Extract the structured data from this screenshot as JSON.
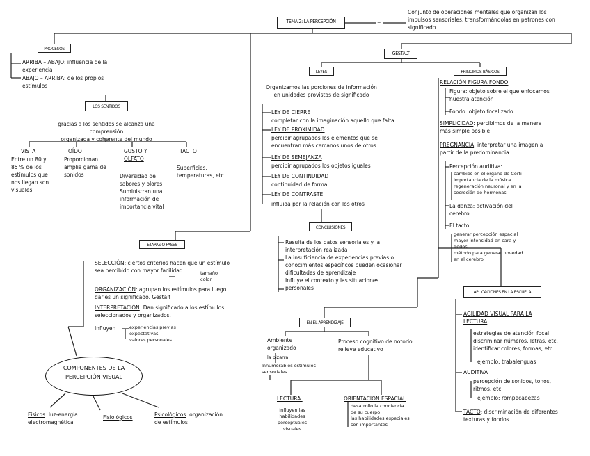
{
  "title": "TEMA 2: LA PERCEPCIÓN",
  "definition": "Conjunto de operaciones mentales que organizan los\nimpulsos sensoriales, transformándolas en patrones con\nsignificado",
  "procesos": {
    "label": "PROCESOS",
    "arriba_key": "ARRIBA – ABAJO",
    "arriba_text": ": influencia de la\nexperiencia",
    "abajo_key": "ABAJO – ARRIBA",
    "abajo_text": ": de los propios\nestímulos"
  },
  "sentidos": {
    "label": "LOS SENTIDOS",
    "intro": "gracias a los sentidos se alcanza una comprensión\norganizada y coherente del mundo",
    "vista": {
      "title": "VISTA",
      "text": "Entre un 80 y\n85 % de los\nestímulos que\nnos llegan son\nvisuales"
    },
    "oido": {
      "title": "OÍDO",
      "text": "Proporcionan\namplia gama de\nsonidos"
    },
    "gusto": {
      "title": "GUSTO Y\nOLFATO",
      "text": "Diversidad de\nsabores y olores\nSuministran una\ninformación de\nimportancia vital"
    },
    "tacto": {
      "title": "TACTO",
      "text": "Superficies,\ntemperaturas, etc."
    }
  },
  "etapas": {
    "label": "ETAPAS O FASES",
    "seleccion_key": "SELECCIÓN",
    "seleccion_text": ": ciertos criterios hacen que un estímulo\nsea percibido con mayor facilidad",
    "tamano": "tamaño\ncolor",
    "organizacion_key": "ORGANIZACIÓN",
    "organizacion_text": ": agrupan los estímulos para luego\ndarles un significado. Gestalt",
    "interpretacion_key": "INTERPRETACIÓN",
    "interpretacion_text": ": Dan significado a los estímulos\nseleccionados y organizados.",
    "influyen": "Influyen",
    "influyen_items": "experiencias previas\nexpectativas\nvalores personales"
  },
  "componentes": {
    "label": "COMPONENTES DE LA\nPERCEPCIÓN VISUAL",
    "fisicos_key": "Físicos",
    "fisicos_text": ": luz-energía\nelectromagnética",
    "fisiologicos": "Fisiológicos",
    "psicologicos_key": "Psicológicos",
    "psicologicos_text": ": organización\nde estímulos"
  },
  "gestalt": {
    "label": "GESTALT",
    "leyes": {
      "label": "LEYES",
      "intro": "Organizamos las porciones de información\nen unidades provistas de significado",
      "cierre_key": "LEY DE CIERRE",
      "cierre_text": "completar con la imaginación aquello que falta",
      "proximidad_key": "LEY DE PROXIMIDAD",
      "proximidad_text": "percibir agrupados los elementos que se\nencuentran más cercanos unos de otros",
      "semejanza_key": "LEY DE SEMEJANZA",
      "semejanza_text": "percibir agrupados los objetos iguales",
      "continuidad_key": "LEY DE CONTINUIDAD",
      "continuidad_text": "continuidad de forma",
      "contraste_key": "LEY DE CONTRASTE",
      "contraste_text": "influida por la relación con los otros"
    },
    "principios": {
      "label": "PRINCIPIOS BÁSICOS",
      "relacion_key": "RELACIÓN FIGURA FONDO",
      "figura": "Figura: objeto sobre el que enfocamos\nnuestra atención",
      "fondo": "Fondo: objeto focalizado",
      "simplicidad_key": "SIMPLICIDAD",
      "simplicidad_text": ": percibimos de la manera\nmás simple posible",
      "pregnancia_key": "PREGNANCIA",
      "pregnancia_text": ": interpretar una imagen a\npartir de la predominancia",
      "auditiva": "Percepción auditiva:",
      "auditiva_items": "cambios en el órgano de Corti\nimportancia de la música\nregeneración neuronal y en la\nsecreción de hormonas",
      "danza": "La danza: activación del\ncerebro",
      "tacto": "El tacto:",
      "tacto_items": "generar percepción espacial\nmayor intensidad en cara y\ndedos\nmétodo para generar novedad\nen el cerebro"
    }
  },
  "conclusiones": {
    "label": "CONCLUSIONES",
    "items": "Resulta de los datos sensoriales y la\ninterpretación realizada\nLa insuficiencia de experiencias previas o\nconocimientos específicos pueden ocasionar\ndificultades de aprendizaje\nInfluye el contexto y las situaciones\npersonales"
  },
  "aplicaciones": {
    "label": "APLICACIONES EN LA ESCUELA",
    "agilidad_title": "AGILIDAD VISUAL PARA LA\nLECTURA",
    "agilidad_items": "estrategias de atención focal\ndiscriminar números, letras, etc.\nidentificar colores, formas, etc.",
    "agilidad_ejemplo": "ejemplo: trabalenguas",
    "auditiva_title": "AUDITIVA",
    "auditiva_items": "percepción de sonidos, tonos,\nritmos, etc.",
    "auditiva_ejemplo": "ejemplo: rompecabezas",
    "tacto_key": "TACTO",
    "tacto_text": ": discriminación de diferentes\ntexturas y fondos"
  },
  "aprendizaje": {
    "label": "EN EL APRENDIZAJE",
    "ambiente": "Ambiente\norganizado",
    "ambiente_sub1": "la pizarra",
    "ambiente_sub2": "Innumerables estímulos\nsensoriales",
    "proceso": "Proceso cognitivo de notorio\nrelieve educativo",
    "lectura_title": "LECTURA:",
    "lectura_text": "Influyen las\nhabilidades\nperceptuales\nvisuales",
    "orientacion_title": "ORIENTACIÓN ESPACIAL",
    "orientacion_text": "desarrollo la conciencia\nde su cuerpo\nlas habilidades especiales\nson importantes"
  }
}
